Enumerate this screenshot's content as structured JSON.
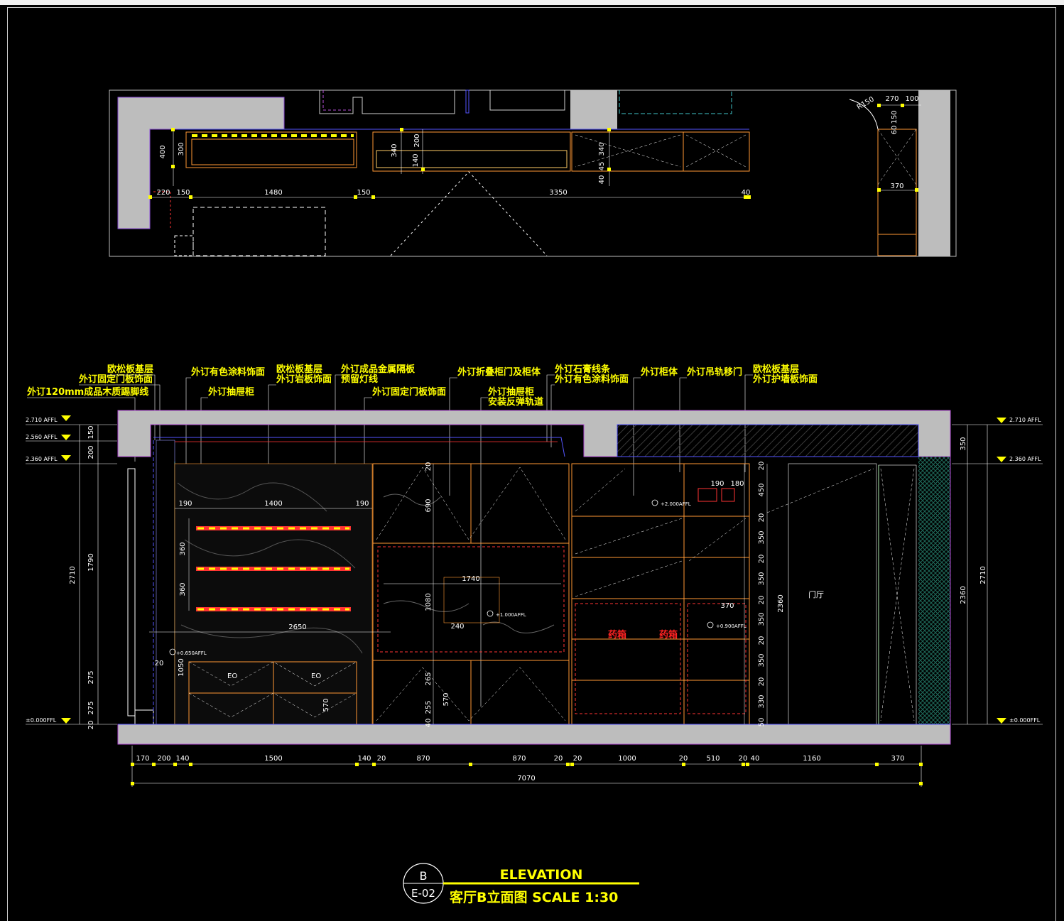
{
  "plan": {
    "dims_bottom": [
      "220",
      "150",
      "1480",
      "150",
      "3350",
      "40"
    ],
    "dims_vert": [
      "400",
      "300",
      "340",
      "140",
      "200",
      "340",
      "45",
      "40"
    ],
    "dims_right": [
      "R150",
      "270",
      "100",
      "150",
      "60",
      "370"
    ]
  },
  "callouts": {
    "c1": "欧松板基层",
    "c2": "外订固定门板饰面",
    "c3": "外订120mm成品木质踢脚线",
    "c4": "外订有色涂料饰面",
    "c5": "外订抽屉柜",
    "c6": "欧松板基层",
    "c7": "外订岩板饰面",
    "c8": "外订成品金属隔板",
    "c9": "预留灯线",
    "c10": "外订固定门板饰面",
    "c11": "外订折叠柜门及柜体",
    "c12": "外订抽屉柜",
    "c13": "安装反弹轨道",
    "c14": "外订石膏线条",
    "c15": "外订有色涂料饰面",
    "c16": "外订柜体",
    "c17": "外订吊轨移门",
    "c18": "欧松板基层",
    "c19": "外订护墙板饰面"
  },
  "levels": {
    "l2710": "2.710 AFFL",
    "l2560": "2.560 AFFL",
    "l2360": "2.360 AFFL",
    "l0": "±0.000FFL",
    "r2710": "2.710 AFFL",
    "r2360": "2.360 AFFL",
    "r0": "±0.000FFL"
  },
  "elev": {
    "left_dims": [
      "150",
      "200",
      "1790",
      "275",
      "275",
      "20"
    ],
    "left_total": "2710",
    "right_dims": [
      "350",
      "2360"
    ],
    "right_total": "2710",
    "bottom_dims": [
      "170",
      "200",
      "140",
      "1500",
      "140",
      "20",
      "870",
      "870",
      "20",
      "20",
      "1000",
      "20",
      "510",
      "20",
      "40",
      "1160",
      "370"
    ],
    "total": "7070",
    "inner": {
      "d190a": "190",
      "d1400": "1400",
      "d190b": "190",
      "d360a": "360",
      "d360b": "360",
      "d2650": "2650",
      "d1050": "1050",
      "d20": "20",
      "d570a": "570",
      "d690": "690",
      "d1080": "1080",
      "d1740": "1740",
      "d240": "240",
      "d265": "265",
      "d255": "255",
      "d570b": "570",
      "d40": "40",
      "d20t": "20",
      "d190c": "190",
      "d180": "180",
      "d370": "370",
      "d2360": "2360",
      "col": [
        "20",
        "450",
        "20",
        "350",
        "20",
        "350",
        "20",
        "350",
        "20",
        "350",
        "20",
        "330",
        "50"
      ]
    },
    "marks": {
      "m065": "+0.650AFFL",
      "m1000": "+1.000AFFL",
      "m2000": "+2.000AFFL",
      "m0900": "+0.900AFFL",
      "eo1": "EO",
      "eo2": "EO",
      "yao1": "药箱",
      "yao2": "药箱",
      "menting": "门厅"
    }
  },
  "title": {
    "bubble_top": "B",
    "bubble_bottom": "E-02",
    "heading": "ELEVATION",
    "sub": "客厅B立面图 SCALE 1:30"
  },
  "colors": {
    "bg": "#000000",
    "label": "#ffff00",
    "wall": "#bdbdbd",
    "wood": "#ff9933",
    "accent": "#ff2222"
  }
}
